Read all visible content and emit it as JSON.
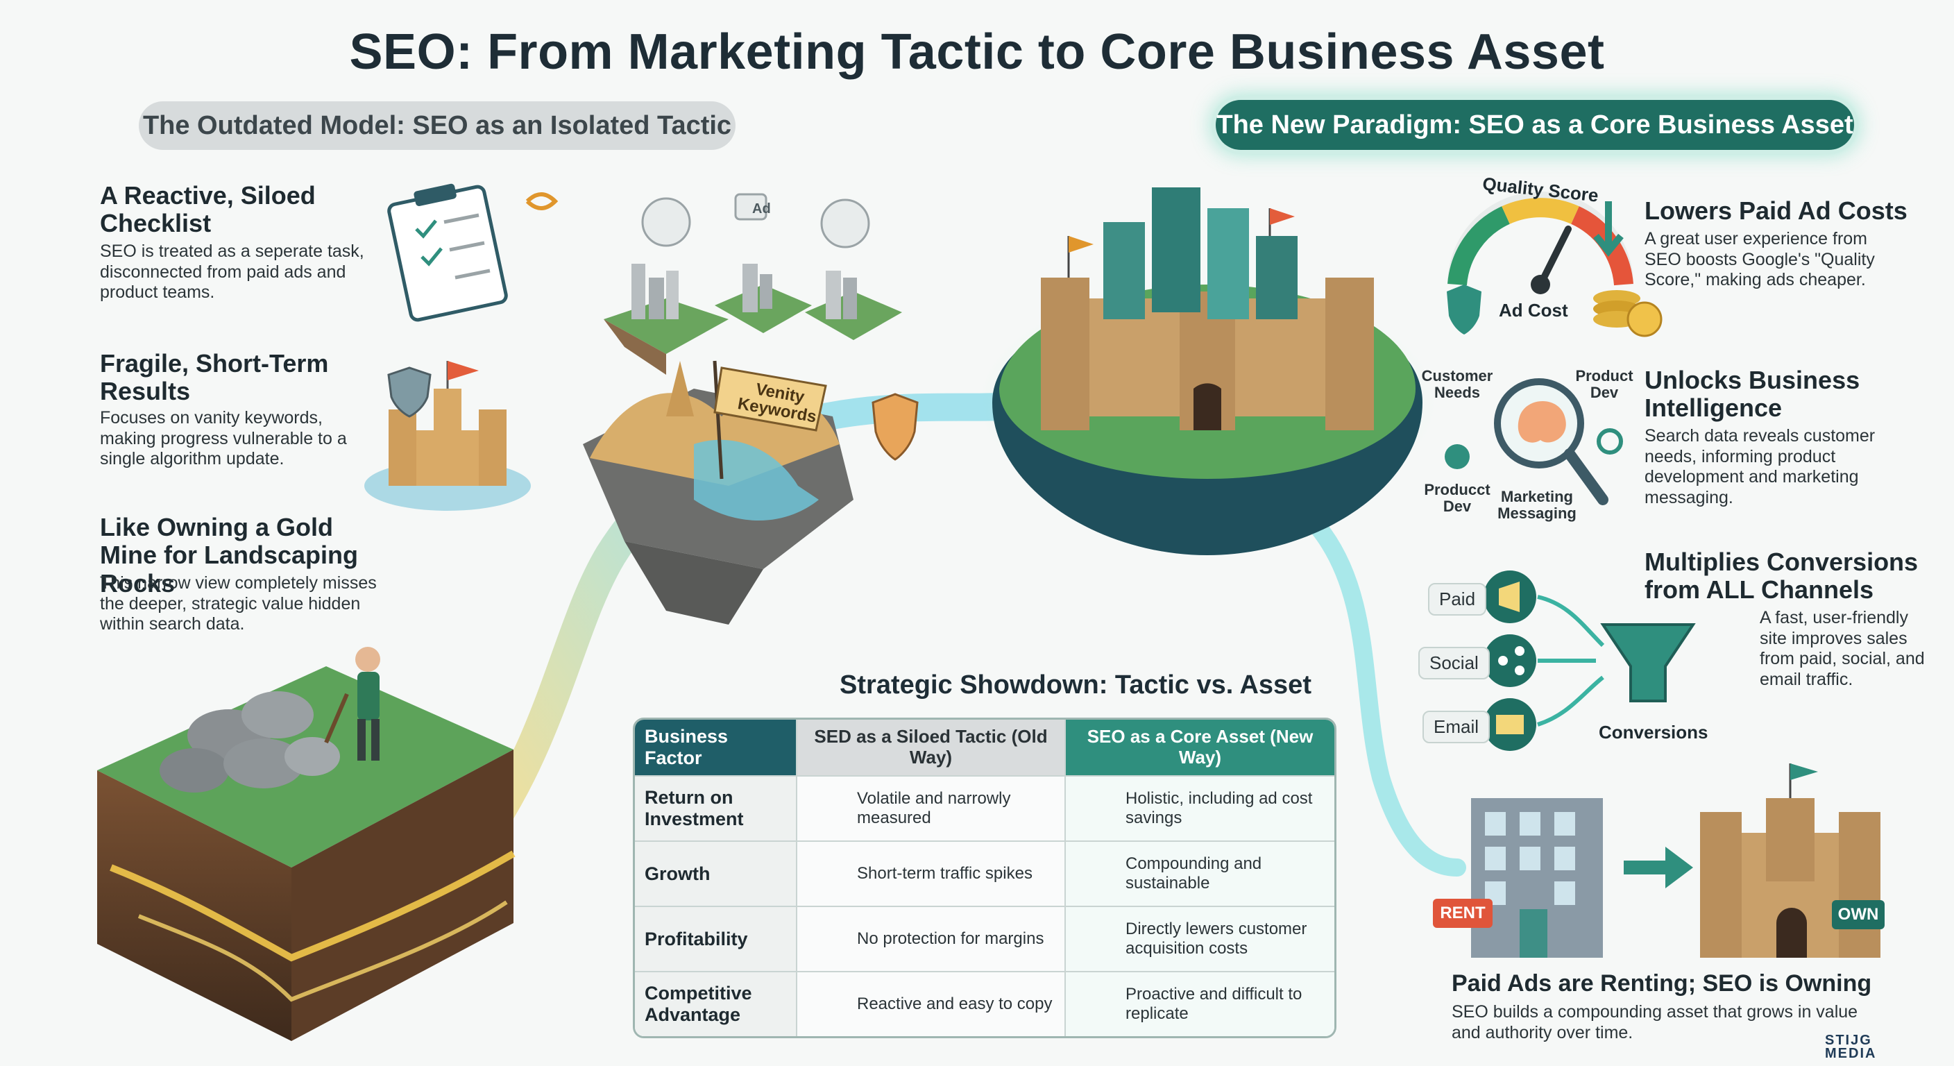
{
  "title": "SEO: From Marketing Tactic to Core Business Asset",
  "old_model_label": "The Outdated Model: SEO as an Isolated Tactic",
  "new_model_label": "The New Paradigm: SEO as a Core Business Asset",
  "left_points": [
    {
      "heading": "A Reactive, Siloed Checklist",
      "body": "SEO is treated as a seperate task, disconnected from paid ads and product teams."
    },
    {
      "heading": "Fragile, Short-Term Results",
      "body": "Focuses on vanity keywords, making progress vulnerable to a single algorithm update."
    },
    {
      "heading": "Like Owning a Gold Mine for Landscaping Rocks",
      "body": "This narrow view completely misses the deeper, strategic value hidden within search data."
    }
  ],
  "right_points": [
    {
      "heading": "Lowers Paid Ad Costs",
      "body": "A great user experience from SEO boosts Google's \"Quality Score,\" making ads cheaper."
    },
    {
      "heading": "Unlocks Business Intelligence",
      "body": "Search data reveals customer needs, informing product development and marketing messaging."
    },
    {
      "heading": "Multiplies Conversions from ALL Channels",
      "body": "A fast, user-friendly site improves sales from paid, social, and email traffic."
    }
  ],
  "renting_owning": {
    "heading": "Paid Ads are Renting; SEO is Owning",
    "body": "SEO builds a compounding asset that grows in value and authority over time.",
    "rent_sign": "RENT",
    "own_sign": "OWN"
  },
  "illustration_labels": {
    "flag": "Venity Keywords",
    "ad_tag": "Ad",
    "quality_score": "Quality Score",
    "ad_cost": "Ad Cost",
    "bi_customer_needs": "Customer Needs",
    "bi_product_dev_top": "Product Dev",
    "bi_product_dev_left": "Producct Dev",
    "bi_marketing": "Marketing Messaging",
    "channel_paid": "Paid",
    "channel_social": "Social",
    "channel_email": "Email",
    "conversions": "Conversions"
  },
  "table": {
    "title": "Strategic Showdown: Tactic vs. Asset",
    "headers": [
      "Business Factor",
      "SED as a Siloed Tactic (Old Way)",
      "SEO as a Core Asset (New Way)"
    ],
    "rows": [
      {
        "factor": "Return on Investment",
        "old": "Volatile and narrowly measured",
        "new": "Holistic, including ad cost savings"
      },
      {
        "factor": "Growth",
        "old": "Short-term traffic spikes",
        "new": "Compounding and sustainable"
      },
      {
        "factor": "Profitability",
        "old": "No protection for margins",
        "new": "Directly lewers customer acquisition costs"
      },
      {
        "factor": "Competitive Advantage",
        "old": "Reactive and easy to copy",
        "new": "Proactive and difficult to replicate"
      }
    ]
  },
  "brand": {
    "line1": "STIJG",
    "line2": "MEDIA"
  },
  "colors": {
    "accent": "#1f6e62",
    "teal": "#2f8f7e",
    "gold": "#e0b23c",
    "ink": "#1e2d36"
  }
}
